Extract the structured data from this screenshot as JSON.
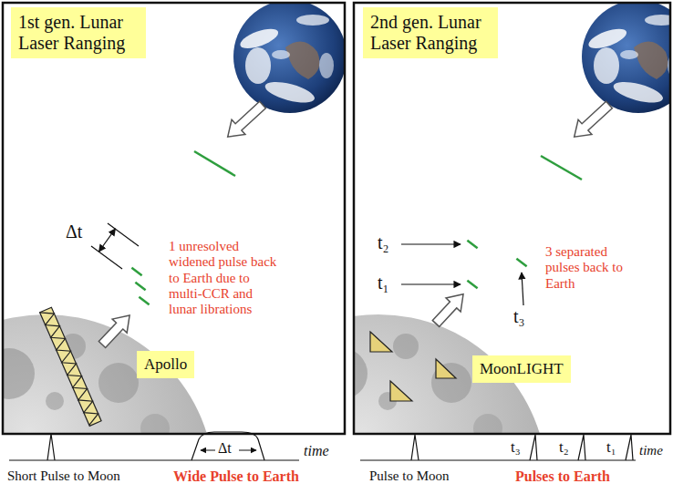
{
  "diagram": {
    "nodes": [
      {
        "text": [
          "1st gen. Lunar Laser Ranging"
        ]
      },
      {
        "text": [
          "Apollo"
        ]
      },
      {
        "text": [
          "2nd gen. Lunar Laser Ranging"
        ]
      },
      {
        "text": [
          "MoonLIGHT"
        ]
      }
    ],
    "labels": [
      "Δt",
      "1 unresolved widened pulse back to Earth due to multi-CCR and lunar librations",
      "Short Pulse to Moon",
      "Δt",
      "time",
      "Wide Pulse to Earth",
      "t₂",
      "t₁",
      "3 separated pulses back to Earth",
      "t₃",
      "Pulse to Moon",
      "t₃",
      "t₂",
      "t₁",
      "time",
      "Pulses to Earth"
    ]
  }
}
